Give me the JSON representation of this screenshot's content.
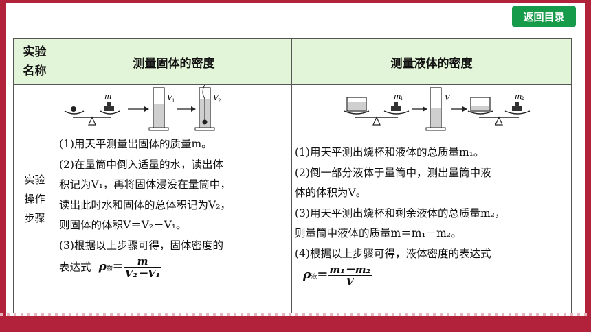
{
  "back_button": "返回目录",
  "table": {
    "header_col1_line1": "实验",
    "header_col1_line2": "名称",
    "header_solid": "测量固体的密度",
    "header_liquid": "测量液体的密度",
    "row_label": [
      "实验",
      "操作",
      "步骤"
    ]
  },
  "solid": {
    "diagram": {
      "m": "m",
      "v1": "V",
      "v1_sub": "1",
      "v2": "V",
      "v2_sub": "2"
    },
    "steps": [
      "(1)用天平测量出固体的质量m。",
      "(2)在量筒中倒入适量的水，读出体",
      "积记为V₁，再将固体浸没在量筒中，",
      "读出此时水和固体的总体积记为V₂，",
      "则固体的体积V＝V₂－V₁。",
      "(3)根据以上步骤可得，固体密度的"
    ],
    "formula_prefix": "表达式",
    "rho": "ρ",
    "rho_sub": "物",
    "eq": "＝",
    "numerator": "m",
    "denominator": "V₂－V₁"
  },
  "liquid": {
    "diagram": {
      "m1": "m",
      "m1_sub": "1",
      "v": "V",
      "m2": "m",
      "m2_sub": "2"
    },
    "steps": [
      "(1)用天平测出烧杯和液体的总质量m₁。",
      "(2)倒一部分液体于量筒中，测出量筒中液",
      "体的体积为V。",
      "(3)用天平测出烧杯和剩余液体的总质量m₂，",
      "则量筒中液体的质量m＝m₁－m₂。",
      "(4)根据以上步骤可得，液体密度的表达式"
    ],
    "rho": "ρ",
    "rho_sub": "液",
    "eq": "＝",
    "numerator": "m₁－m₂",
    "denominator": "V"
  }
}
